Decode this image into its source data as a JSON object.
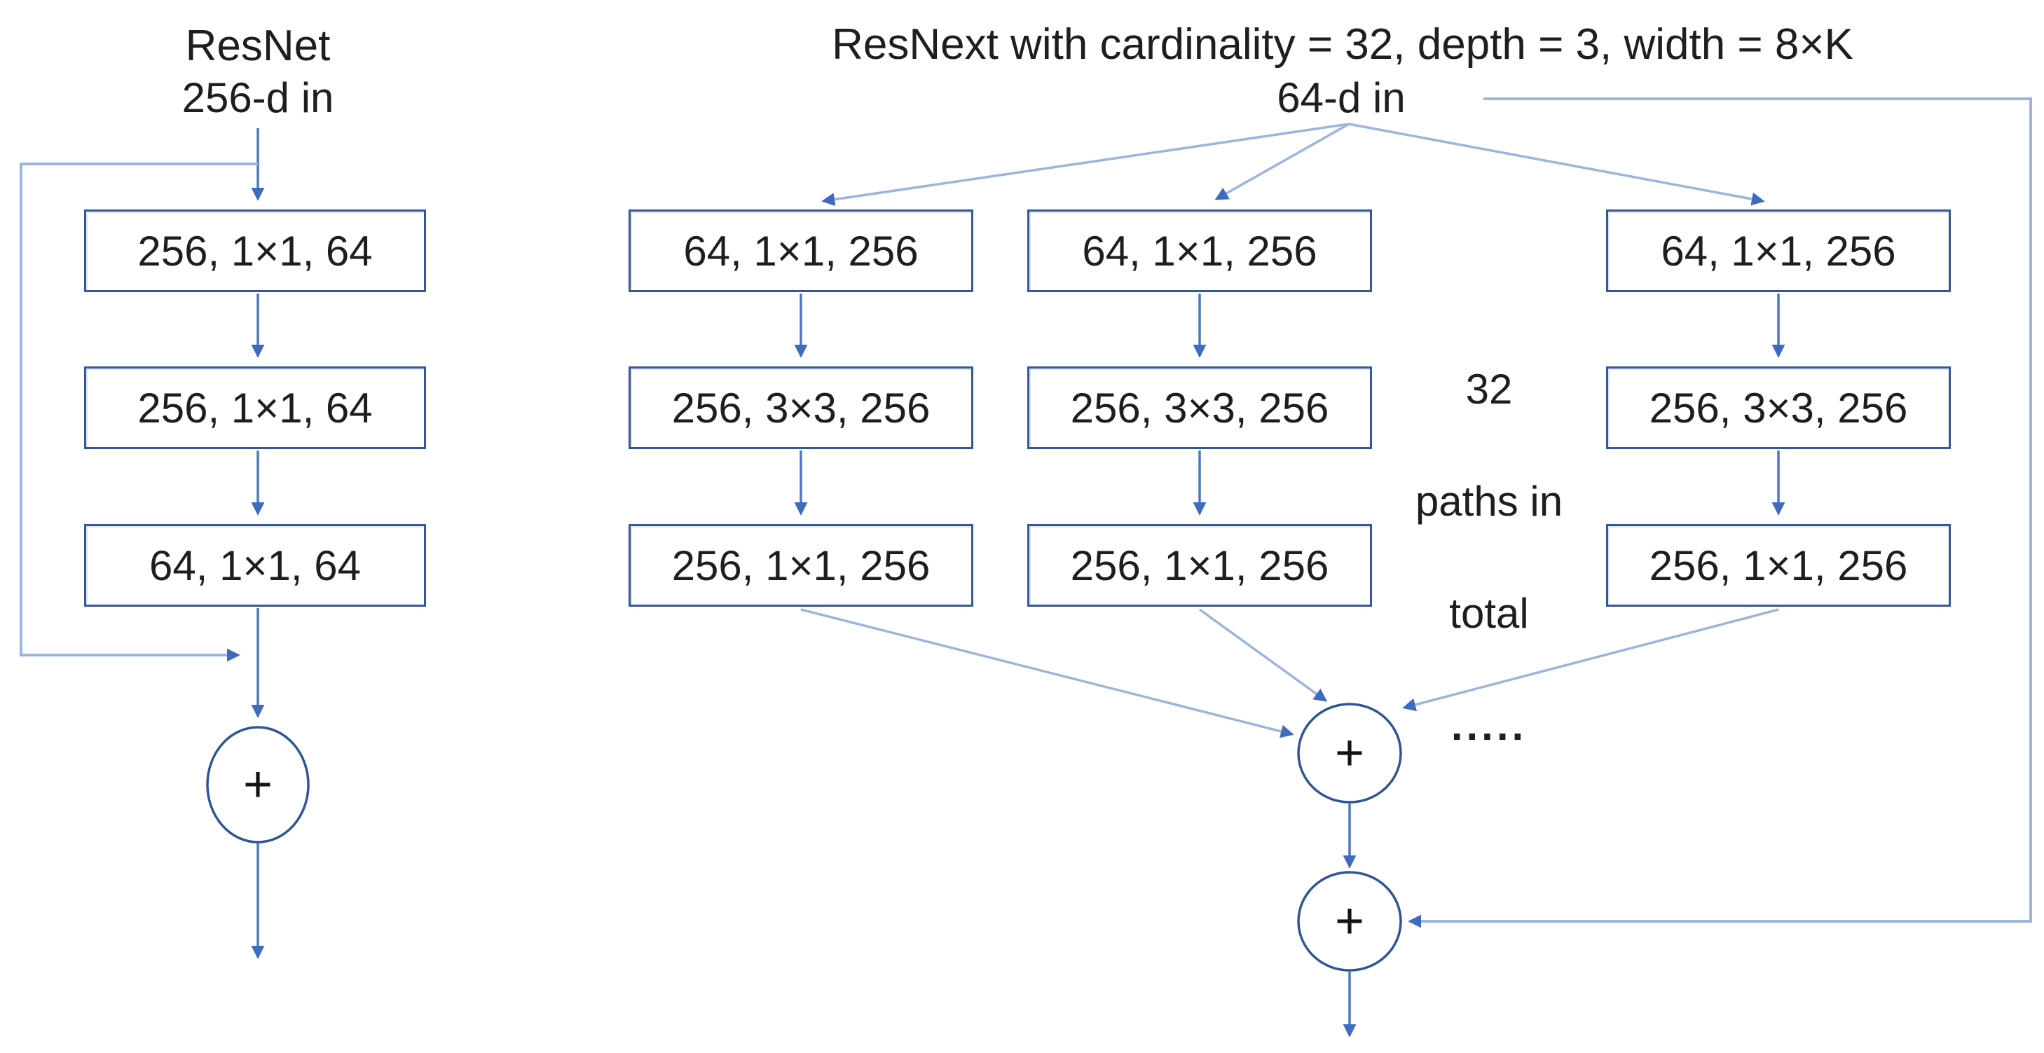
{
  "resnet": {
    "title": "ResNet",
    "input_label": "256-d in",
    "boxes": [
      "256, 1×1, 64",
      "256, 1×1, 64",
      "64, 1×1, 64"
    ],
    "sum_symbol": "+"
  },
  "resnext": {
    "title": "ResNext with cardinality = 32, depth = 3, width = 8×K",
    "input_label": "64-d in",
    "paths": [
      {
        "boxes": [
          "64, 1×1, 256",
          "256, 3×3, 256",
          "256, 1×1, 256"
        ]
      },
      {
        "boxes": [
          "64, 1×1, 256",
          "256, 3×3, 256",
          "256, 1×1, 256"
        ]
      },
      {
        "boxes": [
          "64, 1×1, 256",
          "256, 3×3, 256",
          "256, 1×1, 256"
        ]
      }
    ],
    "paths_note_line1": "32",
    "paths_note_line2": "paths in",
    "paths_note_line3": "total",
    "paths_note_dots": ".....",
    "sum_symbol_1": "+",
    "sum_symbol_2": "+"
  },
  "colors": {
    "box_border": "#35569B",
    "circle_border": "#2F5597",
    "light_line": "#9CB5DE",
    "connector_line": "#4A78C8",
    "arrowhead": "#3E6BBE",
    "text": "#1E1E1E",
    "background": "#FFFFFF"
  }
}
